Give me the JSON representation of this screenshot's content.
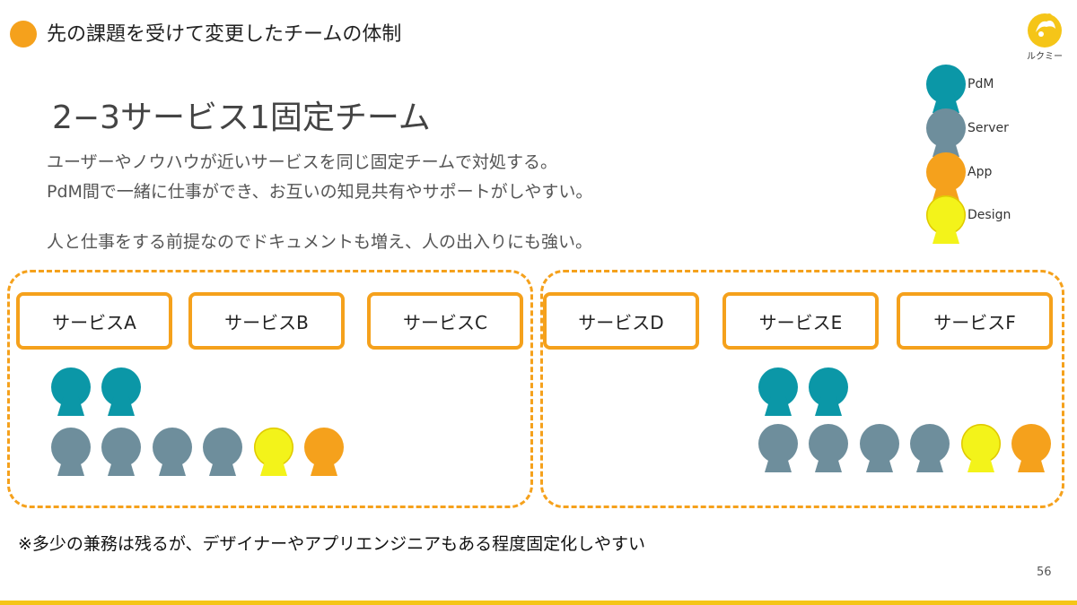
{
  "header": {
    "title": "先の課題を受けて変更したチームの体制"
  },
  "logo": {
    "text": "ルクミー"
  },
  "legend": [
    {
      "label": "PdM",
      "role": "pdm"
    },
    {
      "label": "Server",
      "role": "server"
    },
    {
      "label": "App",
      "role": "app"
    },
    {
      "label": "Design",
      "role": "design"
    }
  ],
  "main": {
    "heading": "2−3サービス1固定チーム",
    "description": [
      "ユーザーやノウハウが近いサービスを同じ固定チームで対処する。",
      "PdM間で一緒に仕事ができ、お互いの知見共有やサポートがしやすい。",
      "人と仕事をする前提なのでドキュメントも増え、人の出入りにも強い。"
    ]
  },
  "groups": [
    {
      "services": [
        "サービスA",
        "サービスB",
        "サービスC"
      ],
      "members_row1": [
        "pdm",
        "pdm"
      ],
      "members_row2": [
        "server",
        "server",
        "server",
        "server",
        "design",
        "app"
      ]
    },
    {
      "services": [
        "サービスD",
        "サービスE",
        "サービスF"
      ],
      "members_row1": [
        "pdm",
        "pdm"
      ],
      "members_row2": [
        "server",
        "server",
        "server",
        "server",
        "design",
        "app"
      ]
    }
  ],
  "footnote": "※多少の兼務は残るが、デザイナーやアプリエンジニアもある程度固定化しやすい",
  "page_number": "56",
  "colors": {
    "accent": "#F5A11C",
    "pdm": "#0B97A7",
    "server": "#6E8E9C",
    "app": "#F5A11C",
    "design": "#F3F31A",
    "footer_bar": "#F5C518"
  }
}
